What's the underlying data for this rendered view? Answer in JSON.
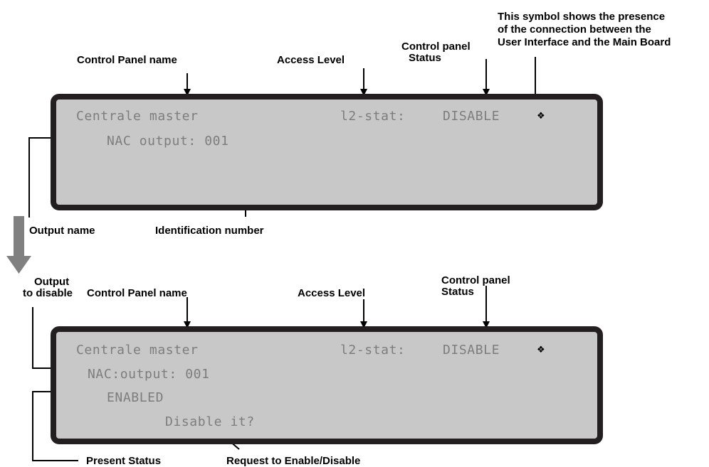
{
  "top": {
    "labels": {
      "panel_name": "Control Panel name",
      "access_level": "Access Level",
      "status_line1": "Control panel",
      "status_line2": "Status",
      "symbol_line1": "This symbol shows the presence",
      "symbol_line2": "of  the connection between the",
      "symbol_line3": "User Interface and the Main Board",
      "output_name": "Output name",
      "id_number": "Identification number"
    },
    "lcd": {
      "panel_name": "Centrale master",
      "access": "l2-stat:",
      "status": "DISABLE",
      "connection_symbol": "❖",
      "output_line": "NAC output: 001"
    }
  },
  "bottom": {
    "labels": {
      "output_line1": "Output",
      "output_line2": "to disable",
      "panel_name": "Control Panel name",
      "access_level": "Access Level",
      "status_line1": "Control panel",
      "status_line2": "Status",
      "present_status": "Present  Status",
      "request": "Request to Enable/Disable"
    },
    "lcd": {
      "panel_name": "Centrale master",
      "access": "l2-stat:",
      "status": "DISABLE",
      "connection_symbol": "❖",
      "output_line": "NAC:output: 001",
      "state": "ENABLED",
      "prompt": "Disable it?"
    }
  },
  "colors": {
    "lcd_background": "#c8c8c8",
    "lcd_frame": "#231f20",
    "lcd_text": "#7d7d7d",
    "flow_arrow": "#808080"
  }
}
